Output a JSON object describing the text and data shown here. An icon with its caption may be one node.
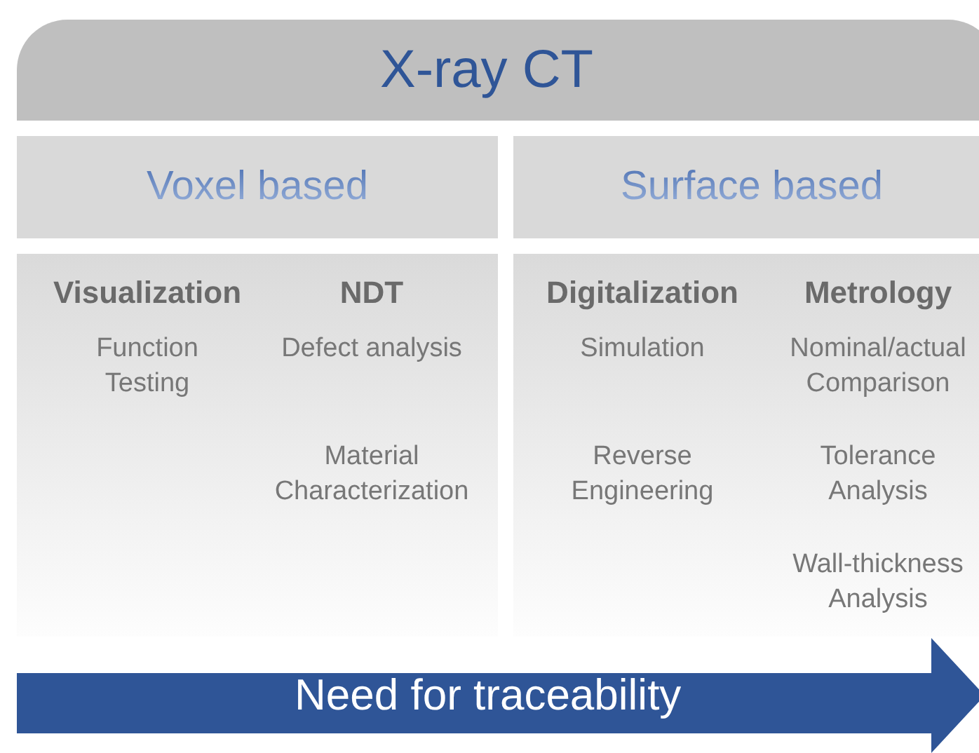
{
  "diagram": {
    "nodes": [
      {
        "text": [
          "X-ray CT"
        ]
      },
      {
        "text": [
          "Voxel based"
        ]
      },
      {
        "text": [
          "Surface based"
        ]
      },
      {
        "text": [
          "Visualization",
          "NDT",
          "Function Testing",
          "Defect analysis",
          "Material Characterization"
        ]
      },
      {
        "text": [
          "Digitalization",
          "Metrology",
          "Simulation",
          "Nominal/actual Comparison",
          "Reverse Engineering",
          "Tolerance Analysis",
          "Wall-thickness Analysis"
        ]
      },
      {
        "text": [
          "Need for traceability"
        ]
      }
    ]
  }
}
